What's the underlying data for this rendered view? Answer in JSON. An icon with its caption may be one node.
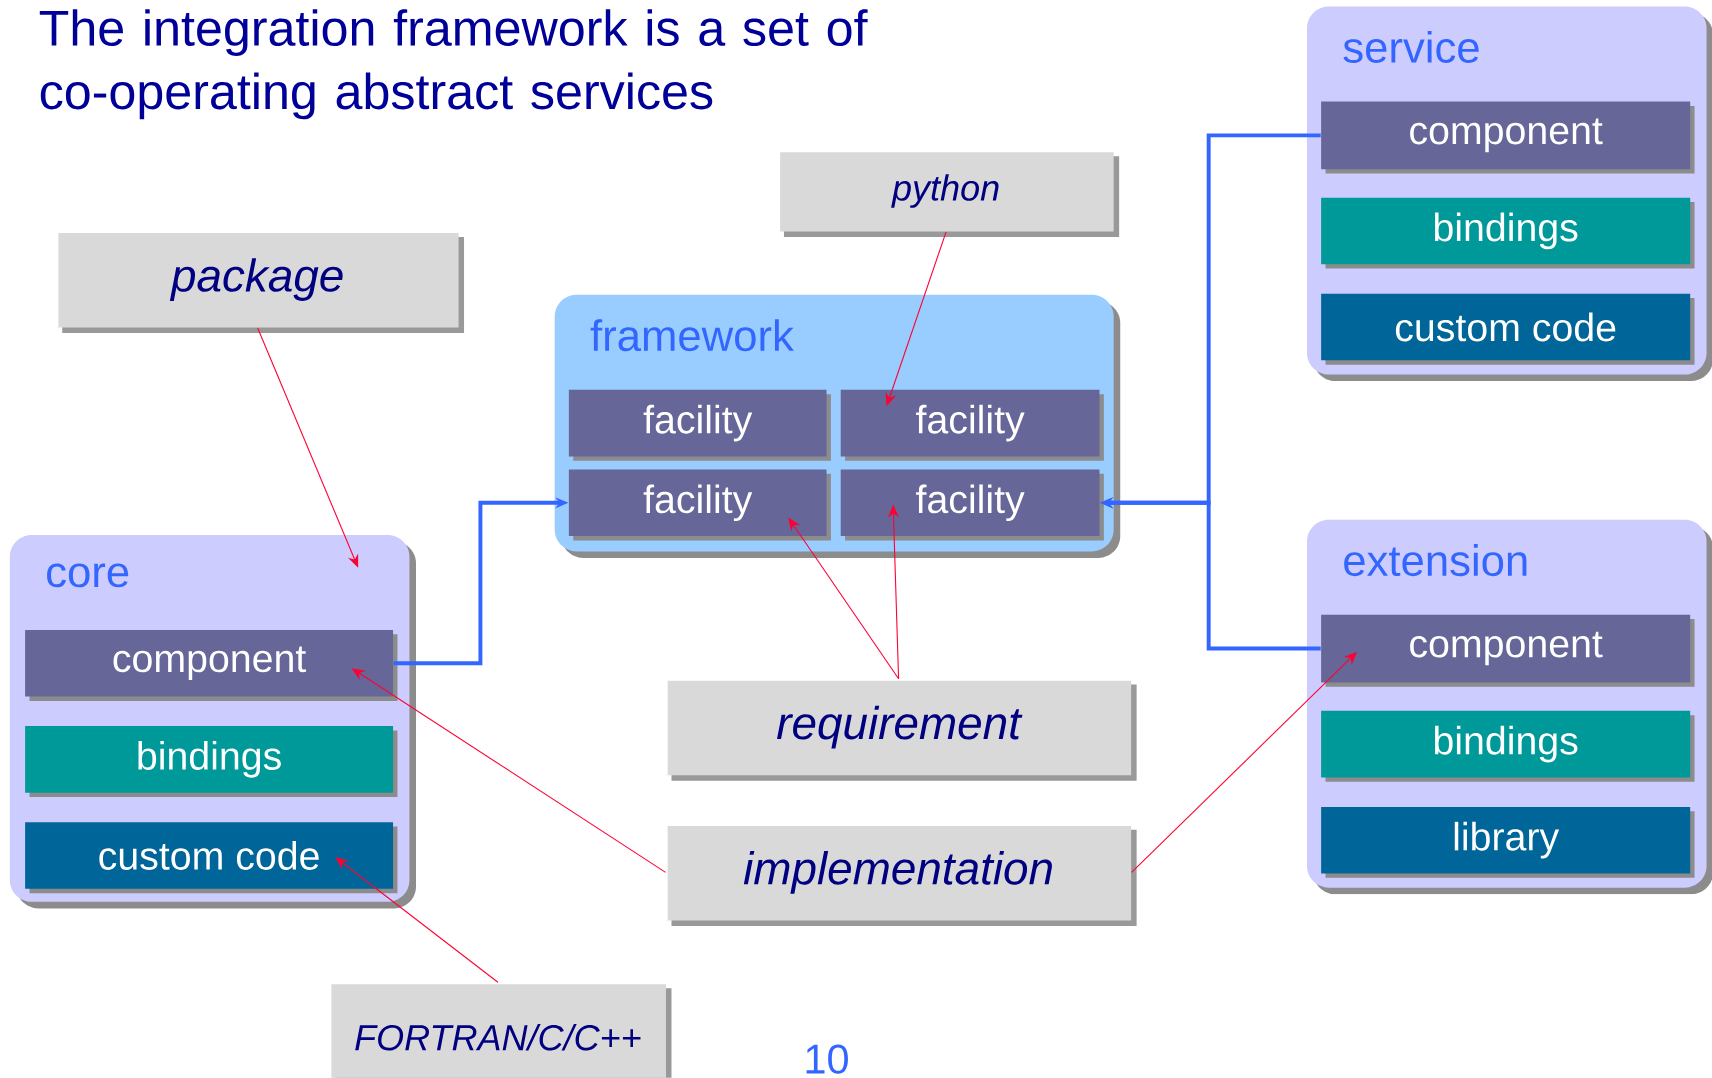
{
  "diagram": {
    "title": "The integration framework is a set of co-operating abstract services",
    "nodes": [
      {
        "text": [
          "framework"
        ]
      },
      {
        "text": [
          "facility"
        ],
        "in": 0
      },
      {
        "text": [
          "facility"
        ],
        "in": 0
      },
      {
        "text": [
          "facility"
        ],
        "in": 0
      },
      {
        "text": [
          "facility"
        ],
        "in": 0
      },
      {
        "text": [
          "service"
        ]
      },
      {
        "text": [
          "component"
        ],
        "in": 5
      },
      {
        "text": [
          "bindings"
        ],
        "in": 5
      },
      {
        "text": [
          "custom code"
        ],
        "in": 5
      },
      {
        "text": [
          "extension"
        ]
      },
      {
        "text": [
          "component"
        ],
        "in": 9
      },
      {
        "text": [
          "bindings"
        ],
        "in": 9
      },
      {
        "text": [
          "library"
        ],
        "in": 9
      },
      {
        "text": [
          "core"
        ]
      },
      {
        "text": [
          "component"
        ],
        "in": 13
      },
      {
        "text": [
          "bindings"
        ],
        "in": 13
      },
      {
        "text": [
          "custom code"
        ],
        "in": 13
      },
      {
        "text": [
          "package"
        ]
      },
      {
        "text": [
          "python"
        ]
      },
      {
        "text": [
          "requirement"
        ]
      },
      {
        "text": [
          "implementation"
        ]
      },
      {
        "text": [
          "FORTRAN/C/C++"
        ]
      }
    ],
    "edges": [
      {
        "from": 14,
        "to": 3,
        "arrow": "to",
        "style": "thick",
        "color": "#3366ff"
      },
      {
        "from": 6,
        "to": 4,
        "arrow": "to",
        "style": "thick",
        "color": "#3366ff"
      },
      {
        "from": 10,
        "to": 4,
        "arrow": "to",
        "style": "thick",
        "color": "#3366ff"
      },
      {
        "from": 17,
        "to": 13,
        "arrow": "to"
      },
      {
        "from": 18,
        "to": 2,
        "arrow": "to"
      },
      {
        "from": 19,
        "to": 3,
        "arrow": "to"
      },
      {
        "from": 19,
        "to": 4,
        "arrow": "to"
      },
      {
        "from": 20,
        "to": 14,
        "arrow": "to"
      },
      {
        "from": 20,
        "to": 10,
        "arrow": "to"
      },
      {
        "from": 21,
        "to": 16,
        "arrow": "to"
      }
    ],
    "labels": [
      "10"
    ]
  }
}
